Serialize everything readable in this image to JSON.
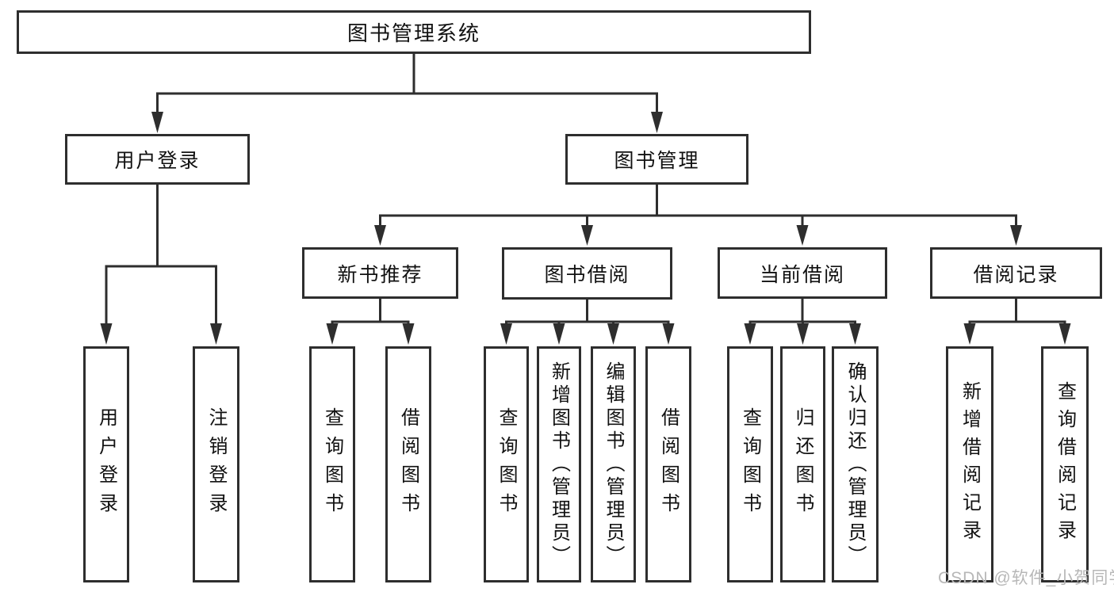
{
  "tree": {
    "label": "图书管理系统",
    "children": [
      {
        "label": "用户登录",
        "children": [
          {
            "label": "用户登录"
          },
          {
            "label": "注销登录"
          }
        ]
      },
      {
        "label": "图书管理",
        "children": [
          {
            "label": "新书推荐",
            "children": [
              {
                "label": "查询图书"
              },
              {
                "label": "借阅图书"
              }
            ]
          },
          {
            "label": "图书借阅",
            "children": [
              {
                "label": "查询图书"
              },
              {
                "label": "新增图书（管理员）"
              },
              {
                "label": "编辑图书（管理员）"
              },
              {
                "label": "借阅图书"
              }
            ]
          },
          {
            "label": "当前借阅",
            "children": [
              {
                "label": "查询图书"
              },
              {
                "label": "归还图书"
              },
              {
                "label": "确认归还（管理员）"
              }
            ]
          },
          {
            "label": "借阅记录",
            "children": [
              {
                "label": "新增借阅记录"
              },
              {
                "label": "查询借阅记录"
              }
            ]
          }
        ]
      }
    ]
  },
  "watermark": "CSDN @软件_小贺同学",
  "colors": {
    "line": "#2e2e2e",
    "box_border": "#2e2e2e",
    "text": "#111111",
    "watermark": "#b7b7b7",
    "background": "#ffffff"
  }
}
